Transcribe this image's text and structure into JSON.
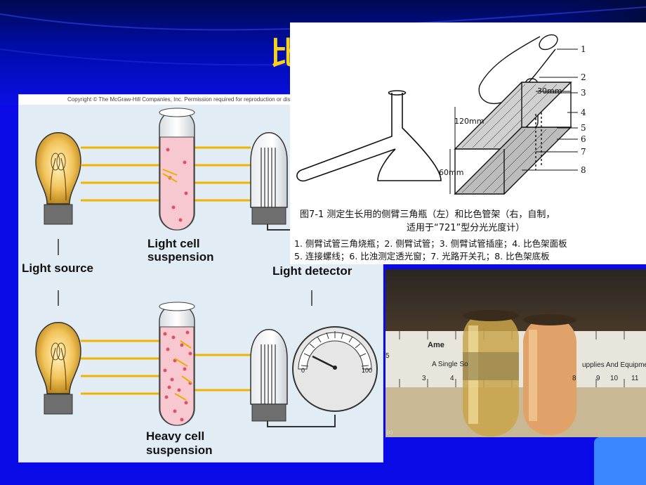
{
  "slide": {
    "title": "比",
    "accent_color": "#f7d21a",
    "background_color": "#0a0ae6"
  },
  "left_figure": {
    "copyright": "Copyright © The McGraw-Hill Companies, Inc. Permission required for reproduction or display.",
    "labels": {
      "light_source": "Light source",
      "light_cell_1": "Light cell",
      "light_cell_2": "suspension",
      "light_detector": "Light detector",
      "heavy_cell_1": "Heavy cell",
      "heavy_cell_2": "suspension"
    },
    "gauge": {
      "min": "0",
      "max": "100"
    }
  },
  "right_figure": {
    "dims": {
      "d30": "30mm",
      "d120": "120mm",
      "d60": "60mm"
    },
    "callouts": [
      "1",
      "2",
      "3",
      "4",
      "5",
      "6",
      "7",
      "8"
    ],
    "caption_line1": "图7-1  测定生长用的侧臂三角瓶（左）和比色管架（右，自制，",
    "caption_line2": "适用于“721”型分光光度计）",
    "legend_line1": "1. 侧臂试管三角烧瓶；2. 侧臂试管；3. 侧臂试管插座；4. 比色架面板",
    "legend_line2": "5. 连接螺线；6. 比浊测定透光窗；7. 光路开关孔；8. 比色架底板"
  },
  "photo": {
    "ruler_text_1": "Ame",
    "ruler_text_2": "A Single So",
    "ruler_text_3": "upplies And Equipment",
    "corner": "(c)",
    "ruler_numbers": [
      "3",
      "4",
      "5",
      "8",
      "9",
      "10",
      "11"
    ]
  }
}
